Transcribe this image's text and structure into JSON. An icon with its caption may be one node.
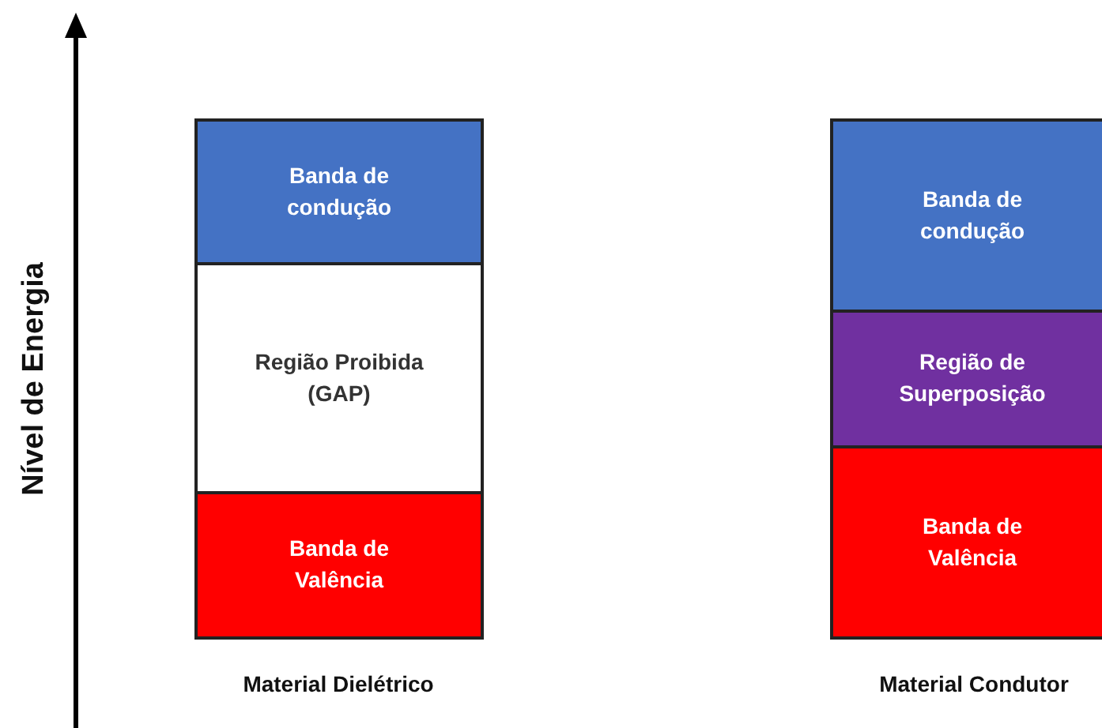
{
  "diagram": {
    "nodes": [
      {
        "text": [
          "Banda de condução"
        ]
      },
      {
        "text": [
          "Região Proibida (GAP)"
        ]
      },
      {
        "text": [
          "Banda de Valência"
        ]
      },
      {
        "text": [
          "Banda de condução"
        ]
      },
      {
        "text": [
          "Região de Superposição"
        ]
      },
      {
        "text": [
          "Banda de Valência"
        ]
      }
    ],
    "edges": [],
    "labels": [
      "Nível de Energia",
      "Material Dielétrico",
      "Material Condutor"
    ]
  }
}
